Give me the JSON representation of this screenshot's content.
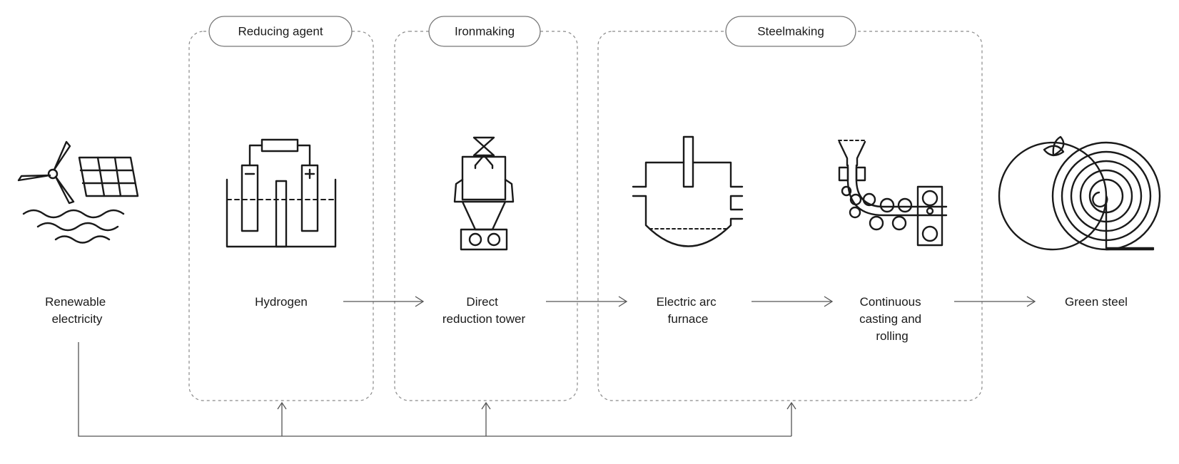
{
  "groups": [
    {
      "title": "Reducing agent"
    },
    {
      "title": "Ironmaking"
    },
    {
      "title": "Steelmaking"
    }
  ],
  "nodes": [
    {
      "label_lines": [
        "Renewable",
        "electricity"
      ],
      "icon": "renewable-energy-icon"
    },
    {
      "label_lines": [
        "Hydrogen"
      ],
      "icon": "electrolyzer-icon"
    },
    {
      "label_lines": [
        "Direct",
        "reduction tower"
      ],
      "icon": "reduction-tower-icon"
    },
    {
      "label_lines": [
        "Electric arc",
        "furnace"
      ],
      "icon": "arc-furnace-icon"
    },
    {
      "label_lines": [
        "Continuous",
        "casting and",
        "rolling"
      ],
      "icon": "caster-rolling-icon"
    },
    {
      "label_lines": [
        "Green steel"
      ],
      "icon": "steel-coil-icon"
    }
  ],
  "colors": {
    "line": "#1a1a1a",
    "connector": "#555555",
    "dashed_border": "#8a8a8a"
  }
}
